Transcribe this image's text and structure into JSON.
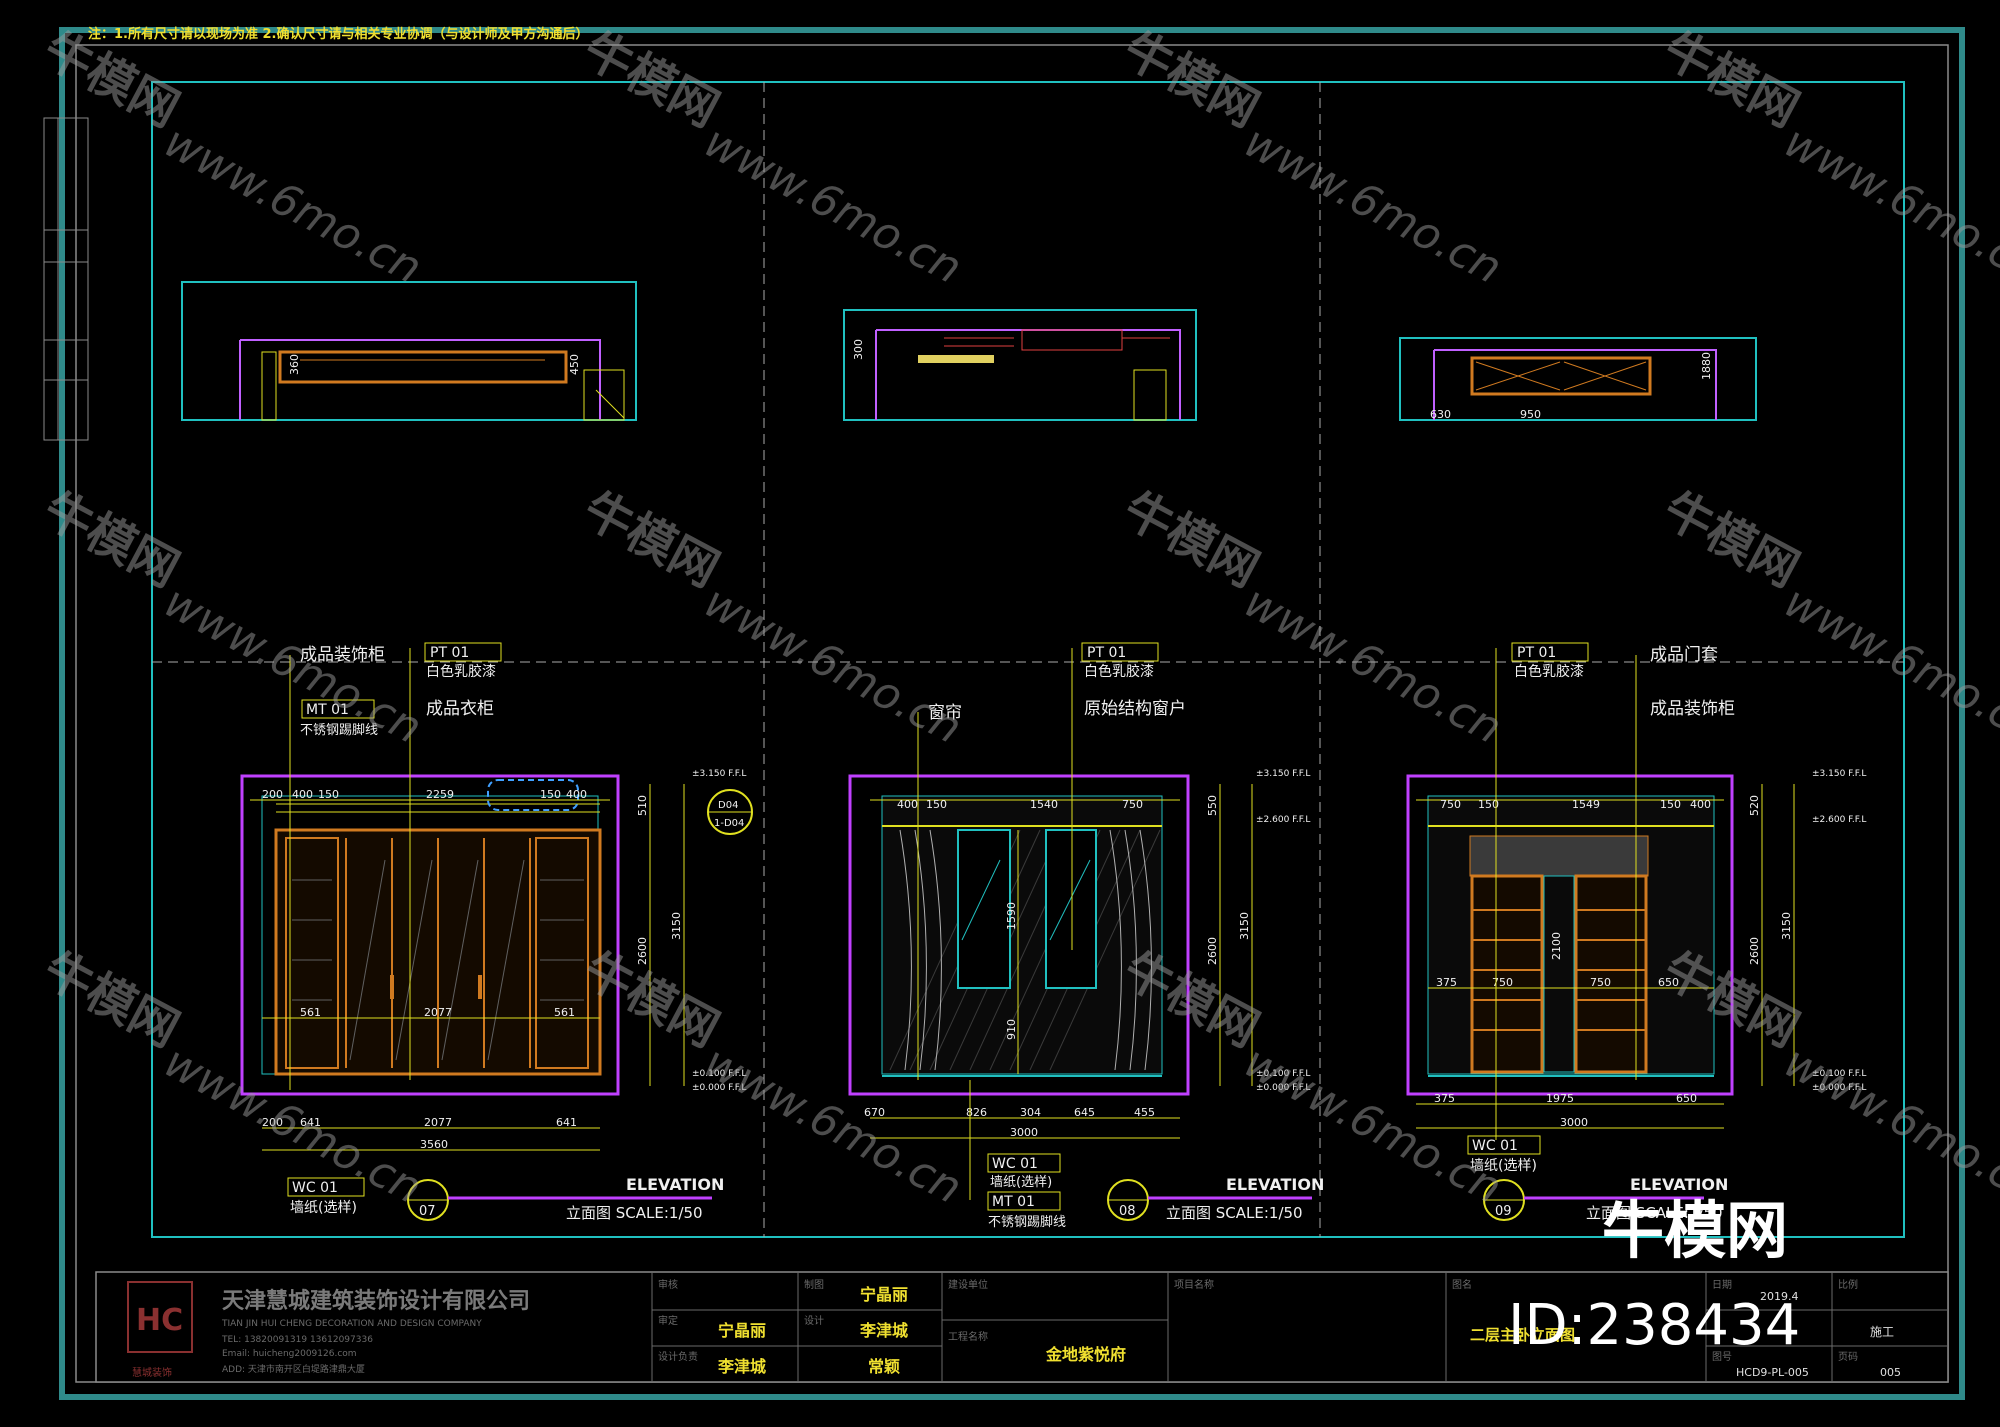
{
  "header_note": "注：1.所有尺寸请以现场为准 2.确认尺寸请与相关专业协调（与设计师及甲方沟通后）",
  "watermark": {
    "brand": "牛模网",
    "url": "www.6mo.cn"
  },
  "brand_logo": {
    "text": "牛模网",
    "id": "ID:238434"
  },
  "elevations": [
    {
      "id": "07",
      "title": "ELEVATION",
      "subtitle": "立面图 SCALE:1/50",
      "callouts": [
        "成品装饰柜",
        "PT 01",
        "白色乳胶漆",
        "MT 01",
        "不锈钢踢脚线",
        "成品衣柜"
      ],
      "bottom_tag": [
        "WC 01",
        "墙纸(选样)"
      ],
      "section_tag": [
        "D04",
        "1-D04"
      ],
      "dims_top": [
        "200",
        "400",
        "150",
        "2259",
        "150",
        "400"
      ],
      "dims_mid": [
        "2077",
        "561",
        "561"
      ],
      "dims_bottom": [
        "200",
        "641",
        "2077",
        "641"
      ],
      "dims_total": "3560",
      "dims_right": [
        "510",
        "2600",
        "3150"
      ],
      "plan_dims": [
        "360",
        "450"
      ]
    },
    {
      "id": "08",
      "title": "ELEVATION",
      "subtitle": "立面图 SCALE:1/50",
      "callouts": [
        "窗帘",
        "PT 01",
        "白色乳胶漆",
        "原始结构窗户"
      ],
      "bottom_tag": [
        "WC 01",
        "墙纸(选样)",
        "MT 01",
        "不锈钢踢脚线"
      ],
      "dims_top": [
        "400",
        "150",
        "1540",
        "750"
      ],
      "dims_mid": [
        "1590",
        "910"
      ],
      "dims_bottom": [
        "670",
        "826",
        "304",
        "645",
        "455"
      ],
      "dims_total": "3000",
      "dims_right": [
        "550",
        "2600",
        "3150"
      ],
      "plan_dims": [
        "300"
      ]
    },
    {
      "id": "09",
      "title": "ELEVATION",
      "subtitle": "立面图 SCALE:1/50",
      "callouts": [
        "PT 01",
        "白色乳胶漆",
        "成品门套",
        "成品装饰柜"
      ],
      "bottom_tag": [
        "WC 01",
        "墙纸(选样)"
      ],
      "dims_top": [
        "750",
        "150",
        "1549",
        "150",
        "400"
      ],
      "dims_mid": [
        "375",
        "750",
        "750",
        "650",
        "2100"
      ],
      "dims_bottom": [
        "375",
        "1975",
        "650"
      ],
      "dims_total": "3000",
      "dims_right": [
        "520",
        "2600",
        "3150"
      ],
      "plan_dims": [
        "630",
        "950",
        "1880"
      ]
    }
  ],
  "levels": [
    "±3.150 F.F.L",
    "±2.600 F.F.L",
    "±0.100 F.F.L",
    "±0.000 F.F.L"
  ],
  "title_block": {
    "company_cn": "天津慧城建筑装饰设计有限公司",
    "company_en": "TIAN JIN HUI CHENG DECORATION AND DESIGN COMPANY",
    "tel": "TEL: 13820091319   13612097336",
    "email": "Email: huicheng2009126.com",
    "address": "ADD: 天津市南开区白堤路津鼎大厦",
    "logo_caption": "慧城装饰",
    "labels": {
      "review": "审核",
      "check": "审定",
      "designer_label": "设计",
      "design_leader": "设计负责",
      "drawer": "制图",
      "project_unit": "建设单位",
      "project_name_label": "工程名称",
      "remarks": "项目名称",
      "drawing_name_label": "图名",
      "date_label": "日期",
      "scale_label": "比例",
      "drawing_no_label": "图号",
      "page_label": "页码"
    },
    "names": {
      "n1": "宁晶丽",
      "n2": "宁晶丽",
      "n3": "李津城",
      "n4": "李津城",
      "n5": "常颖"
    },
    "project_name": "金地紫悦府",
    "drawing_name": "二层主卧立面图",
    "date": "2019.4",
    "stage": "施工",
    "drawing_no": "HCD9-PL-005",
    "page_no": "005"
  }
}
